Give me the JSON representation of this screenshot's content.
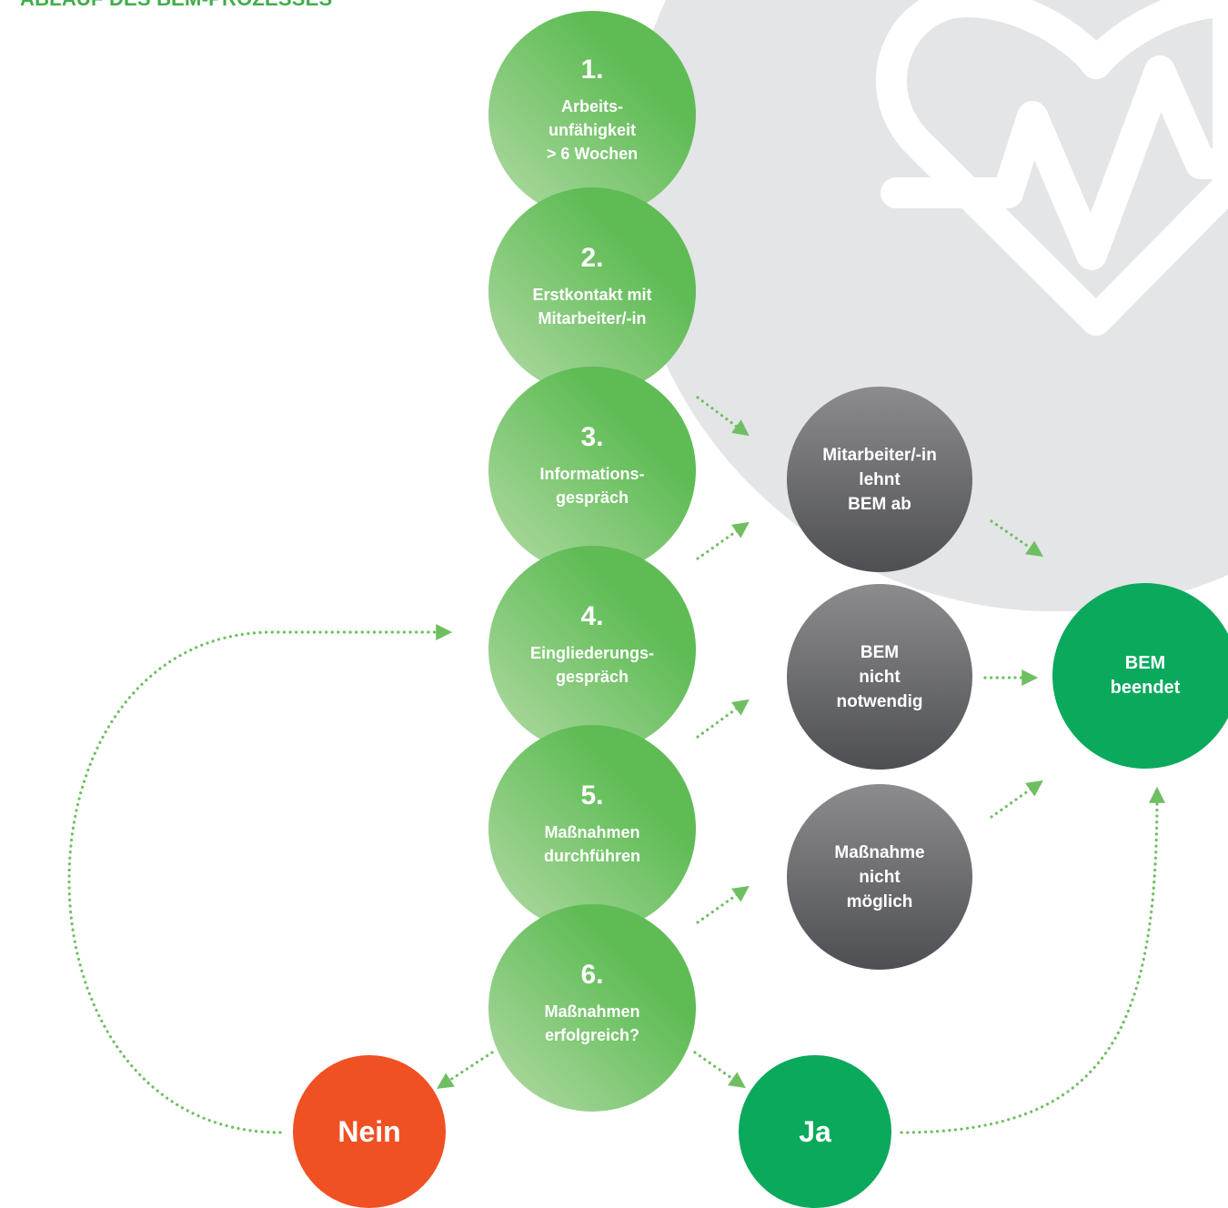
{
  "title": "ABLAUF DES BEM-PROZESSES",
  "colors": {
    "title": "#3fae49",
    "step_dark": "#5fbc55",
    "step_light": "#b4dba7",
    "exit_top": "#8c8c8f",
    "exit_bottom": "#4e4f52",
    "ja": "#0aa95c",
    "nein": "#ef5123",
    "end": "#0aa95c",
    "connector": "#6fbf62",
    "background_shape": "#e4e5e7",
    "heart_icon": "#ffffff"
  },
  "background_icon": "heart-pulse-icon",
  "steps": [
    {
      "number": "1.",
      "label": "Arbeits-\nunfähigkeit\n> 6 Wochen"
    },
    {
      "number": "2.",
      "label": "Erstkontakt mit\nMitarbeiter/-in"
    },
    {
      "number": "3.",
      "label": "Informations-\ngespräch"
    },
    {
      "number": "4.",
      "label": "Eingliederungs-\ngespräch"
    },
    {
      "number": "5.",
      "label": "Maßnahmen\ndurchführen"
    },
    {
      "number": "6.",
      "label": "Maßnahmen\nerfolgreich?"
    }
  ],
  "exits": [
    {
      "label": "Mitarbeiter/-in\nlehnt\nBEM ab"
    },
    {
      "label": "BEM\nnicht\nnotwendig"
    },
    {
      "label": "Maßnahme\nnicht\nmöglich"
    }
  ],
  "outcomes": {
    "no": "Nein",
    "yes": "Ja"
  },
  "end": {
    "label": "BEM\nbeendet"
  }
}
